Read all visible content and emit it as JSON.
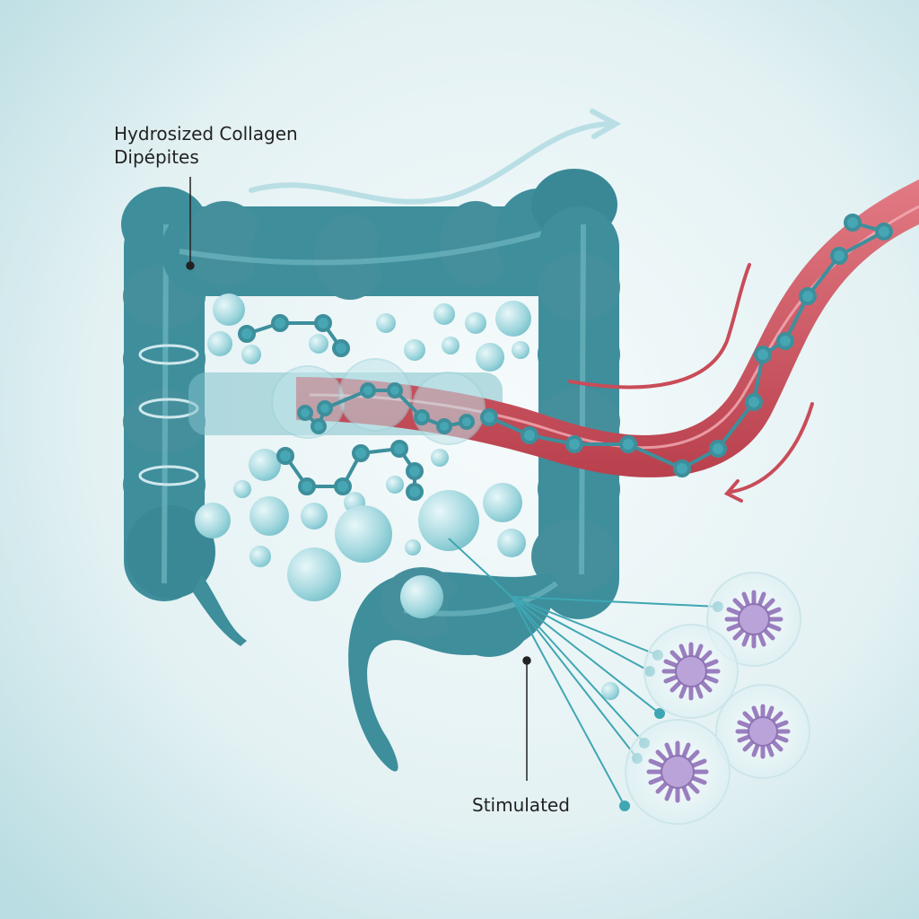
{
  "labels": {
    "top_line1": "Hydrosized Collagen",
    "top_line2": "Dipépites",
    "bottom": "Stimulated"
  },
  "colors": {
    "background": "#e9f4f6",
    "intestine": "#3e8e9c",
    "intestine_dark": "#2f7683",
    "intestine_light": "#5aa9b5",
    "vessel": "#c94c58",
    "vessel_light": "#e27a83",
    "bubble": "#8fd0d8",
    "peptide": "#47a6b4",
    "immune_cell": "#9a7fbf",
    "leader_line": "#222222"
  },
  "icons": {
    "intestine": "large-intestine-icon",
    "blood_vessel": "blood-vessel-icon",
    "peptide_chain": "peptide-chain-icon",
    "immune_cell": "immune-cell-icon",
    "flow_arrow": "flow-arrow-icon"
  }
}
